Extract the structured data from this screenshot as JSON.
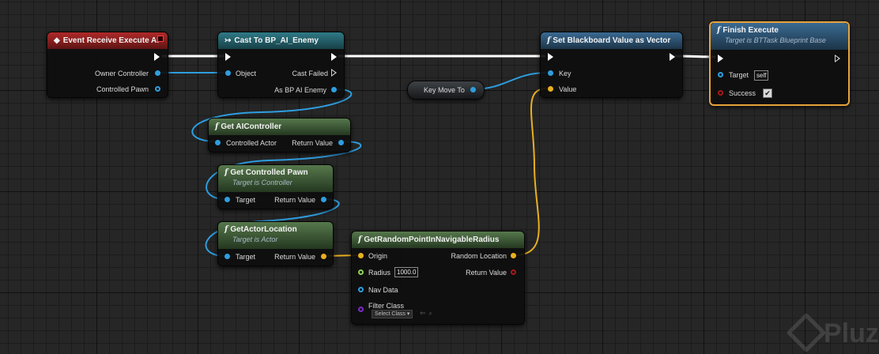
{
  "nodes": {
    "event_receive_execute_ai": {
      "title": "Event Receive Execute AI",
      "pins": {
        "owner_controller": "Owner Controller",
        "controlled_pawn": "Controlled Pawn"
      }
    },
    "cast_to_bp_ai_enemy": {
      "title": "Cast To BP_AI_Enemy",
      "pins": {
        "object": "Object",
        "cast_failed": "Cast Failed",
        "as_bp_ai_enemy": "As BP AI Enemy"
      }
    },
    "set_blackboard_value_as_vector": {
      "title": "Set Blackboard Value as Vector",
      "pins": {
        "key": "Key",
        "value": "Value"
      }
    },
    "finish_execute": {
      "title": "Finish Execute",
      "subtitle": "Target is BTTask Blueprint Base",
      "pins": {
        "target": "Target",
        "target_value": "self",
        "success": "Success",
        "success_checked": "✔"
      }
    },
    "key_move_to": {
      "label": "Key Move To"
    },
    "get_ai_controller": {
      "title": "Get AIController",
      "pins": {
        "controlled_actor": "Controlled Actor",
        "return_value": "Return Value"
      }
    },
    "get_controlled_pawn": {
      "title": "Get Controlled Pawn",
      "subtitle": "Target is Controller",
      "pins": {
        "target": "Target",
        "return_value": "Return Value"
      }
    },
    "get_actor_location": {
      "title": "GetActorLocation",
      "subtitle": "Target is Actor",
      "pins": {
        "target": "Target",
        "return_value": "Return Value"
      }
    },
    "get_random_point": {
      "title": "GetRandomPointInNavigableRadius",
      "pins": {
        "origin": "Origin",
        "random_location": "Random Location",
        "radius": "Radius",
        "radius_value": "1000.0",
        "return_value": "Return Value",
        "nav_data": "Nav Data",
        "filter_class": "Filter Class",
        "select_class": "Select Class ▾"
      }
    }
  },
  "icons": {
    "function": "f",
    "event": "diamond-icon",
    "cast": "cast-arrow-icon",
    "exec": "exec-pin-icon"
  },
  "colors": {
    "exec": "#ffffff",
    "object": "#2e9ee0",
    "vector": "#e9b020",
    "float": "#8fd05a",
    "boolean": "#a81818",
    "class": "#7a2cc8",
    "selected_outline": "#e8a23c"
  },
  "watermark": {
    "text": "Pluz"
  }
}
